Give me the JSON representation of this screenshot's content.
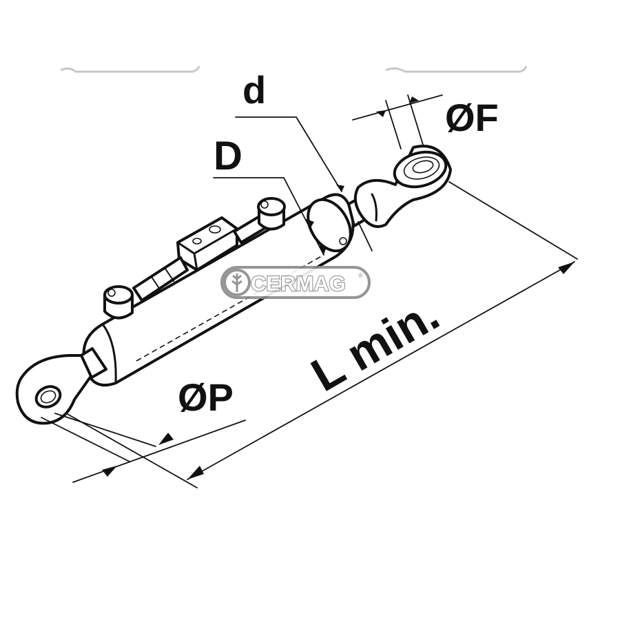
{
  "labels": {
    "d": "d",
    "D": "D",
    "F": "ØF",
    "P": "ØP",
    "L": "L min."
  },
  "watermark": {
    "text": "CERMAG",
    "registered": "®",
    "icon": "wheat-leaf-icon",
    "color": "#8a8a8a"
  },
  "colors": {
    "line": "#111111",
    "background": "#ffffff"
  }
}
